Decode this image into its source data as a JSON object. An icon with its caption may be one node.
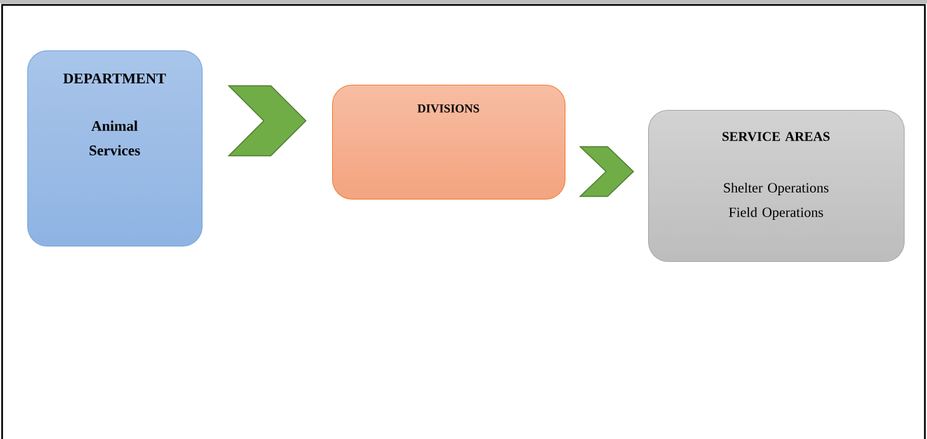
{
  "diagram": {
    "nodes": [
      {
        "text": [
          "DEPARTMENT",
          "Animal Services"
        ]
      },
      {
        "text": [
          "DIVISIONS"
        ]
      },
      {
        "text": [
          "SERVICE AREAS",
          "Shelter Operations",
          "Field Operations"
        ]
      }
    ],
    "edges": [
      {
        "from": 0,
        "to": 1,
        "arrow": "to"
      },
      {
        "from": 1,
        "to": 2,
        "arrow": "to"
      }
    ]
  }
}
